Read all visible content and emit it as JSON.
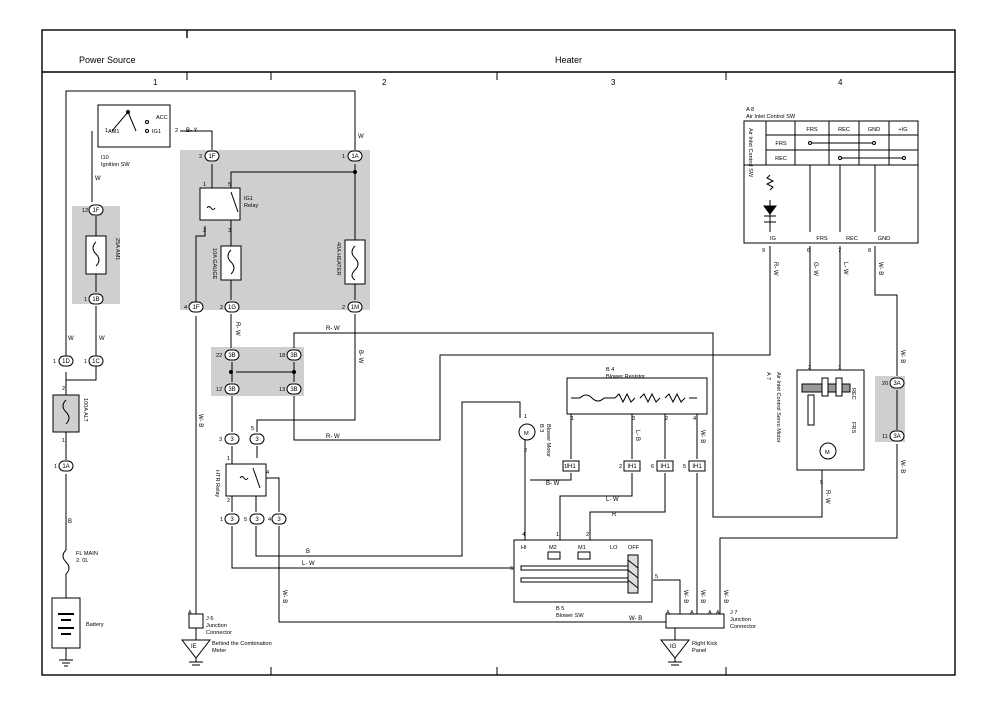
{
  "header": {
    "left": "Power Source",
    "right": "Heater"
  },
  "columns": [
    "1",
    "2",
    "3",
    "4"
  ],
  "components": {
    "ignition_sw": {
      "code": "I10",
      "name": "Ignition SW",
      "acc": "ACC",
      "am1": "AM1",
      "ig1": "IG1",
      "pin1": "1",
      "pin2": "2"
    },
    "fuse_am1": "25A AM1",
    "alt_fuse": "100A ALT",
    "fl_main": [
      "FL MAIN",
      "2. 0L"
    ],
    "battery": "Battery",
    "ig1_relay": [
      "IG1",
      "Relay"
    ],
    "gauge_fuse": "10A GAUGE",
    "heater_fuse": "40A HEATER",
    "htr_relay": "HTR Relay",
    "air_inlet": {
      "code": "A 8",
      "name": "Air Inlet Control SW",
      "side": "Air Inlet Control SW",
      "cols": [
        "FRS",
        "REC",
        "GND",
        "+IG"
      ],
      "rows": [
        "FRS",
        "REC"
      ],
      "bottom": [
        "IG",
        "FRS",
        "REC",
        "GND"
      ],
      "pins": [
        "9",
        "6",
        "7",
        "8"
      ]
    },
    "servo": {
      "code": "A 7",
      "name": "Air Inlet Control Servo Motor",
      "rec": "REC",
      "frs": "FRS"
    },
    "blower_resistor": {
      "code": "B 4",
      "name": "Blower Resistor"
    },
    "blower_motor": {
      "code": "B 3",
      "name": "Blower Motor"
    },
    "blower_sw": {
      "code": "B 5",
      "name": "Blower SW",
      "positions": [
        "HI",
        "M2",
        "M1",
        "LO",
        "OFF"
      ]
    },
    "j6": {
      "code": "J 6",
      "name": [
        "Junction",
        "Connector"
      ]
    },
    "j7": {
      "code": "J 7",
      "name": [
        "Junction",
        "Connector"
      ]
    },
    "ground_ie": {
      "code": "IE",
      "name": [
        "Behind the Combination",
        "Meter"
      ]
    },
    "ground_ig": {
      "code": "IG",
      "name": [
        "Right Kick",
        "Panel"
      ]
    }
  },
  "connectors": [
    "1F",
    "1A",
    "1F",
    "1B",
    "1D",
    "1C",
    "1A",
    "1G",
    "1M",
    "1F",
    "3B",
    "3B",
    "3B",
    "3B",
    "3",
    "3",
    "3",
    "3",
    "3",
    "IH1",
    "IH1",
    "IH1",
    "IH1",
    "3A",
    "3A"
  ],
  "wire_colors": [
    "B- Y",
    "W",
    "W",
    "W",
    "W",
    "B",
    "R- W",
    "R- W",
    "R- W",
    "B- W",
    "W- B",
    "B- W",
    "L- W",
    "R",
    "B",
    "L- W",
    "W- B",
    "W- B",
    "W- B",
    "W- B",
    "R- W",
    "G- W",
    "L- W",
    "R- W",
    "W- B",
    "W- B",
    "L- B",
    "W- B",
    "W- B",
    "W- B"
  ]
}
